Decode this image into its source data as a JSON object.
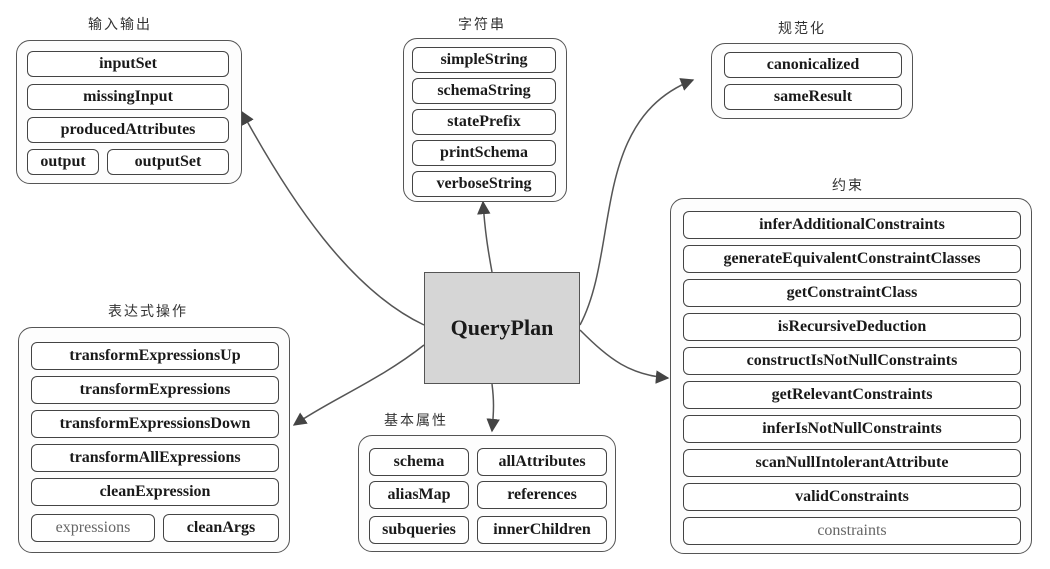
{
  "center": {
    "label": "QueryPlan"
  },
  "groups": {
    "io": {
      "title": "输入输出",
      "items": [
        "inputSet",
        "missingInput",
        "producedAttributes",
        "output",
        "outputSet"
      ]
    },
    "strings": {
      "title": "字符串",
      "items": [
        "simpleString",
        "schemaString",
        "statePrefix",
        "printSchema",
        "verboseString"
      ]
    },
    "canonical": {
      "title": "规范化",
      "items": [
        "canonicalized",
        "sameResult"
      ]
    },
    "constraints": {
      "title": "约束",
      "items": [
        "inferAdditionalConstraints",
        "generateEquivalentConstraintClasses",
        "getConstraintClass",
        "isRecursiveDeduction",
        "constructIsNotNullConstraints",
        "getRelevantConstraints",
        "inferIsNotNullConstraints",
        "scanNullIntolerantAttribute",
        "validConstraints",
        "constraints"
      ]
    },
    "expressions": {
      "title": "表达式操作",
      "items": [
        "transformExpressionsUp",
        "transformExpressions",
        "transformExpressionsDown",
        "transformAllExpressions",
        "cleanExpression",
        "expressions",
        "cleanArgs"
      ]
    },
    "basic": {
      "title": "基本属性",
      "items": [
        "schema",
        "allAttributes",
        "aliasMap",
        "references",
        "subqueries",
        "innerChildren"
      ]
    }
  },
  "colors": {
    "line": "#555555",
    "center_fill": "#d6d6d6",
    "muted_text": "#666666"
  }
}
